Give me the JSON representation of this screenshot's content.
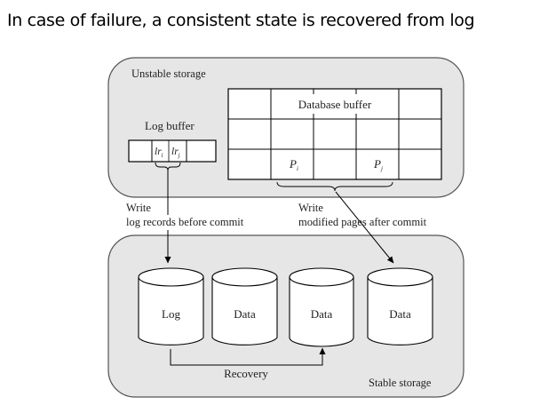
{
  "slide": {
    "title": "In case of failure, a consistent state is recovered from log"
  },
  "diagram": {
    "unstable_storage": {
      "label": "Unstable storage",
      "log_buffer": {
        "label": "Log buffer",
        "records": [
          "lr",
          "lr"
        ],
        "record_subscripts": [
          "i",
          "j"
        ]
      },
      "database_buffer": {
        "label": "Database buffer",
        "pages": [
          "P",
          "P"
        ],
        "page_subscripts": [
          "i",
          "j"
        ]
      }
    },
    "arrows": {
      "log_write": {
        "line1": "Write",
        "line2": "log records before commit"
      },
      "page_write": {
        "line1": "Write",
        "line2": "modified pages after commit"
      },
      "recovery": "Recovery"
    },
    "stable_storage": {
      "label": "Stable storage",
      "disks": [
        "Log",
        "Data",
        "Data",
        "Data"
      ]
    },
    "colors": {
      "storage_fill": "#e6e6e6",
      "stroke": "#000000"
    }
  }
}
